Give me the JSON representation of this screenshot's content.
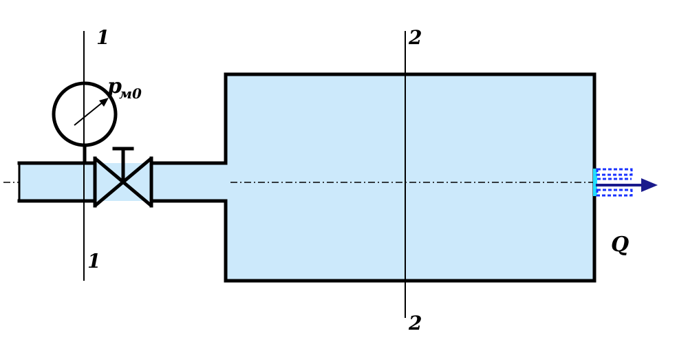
{
  "colors": {
    "fluid": "#cce9fb",
    "stroke": "#000000",
    "jet": "#1a33ff",
    "jet_edge": "#22ddff",
    "flow_arrow": "#1a1a8c"
  },
  "labels": {
    "section1_top": "1",
    "section1_bottom": "1",
    "section2_top": "2",
    "section2_bottom": "2",
    "gauge_p": "p",
    "gauge_sub": "м0",
    "flow": "Q"
  },
  "icons": {
    "gauge": "pressure-gauge-icon",
    "valve": "gate-valve-icon",
    "arrow": "flow-arrow-icon"
  }
}
